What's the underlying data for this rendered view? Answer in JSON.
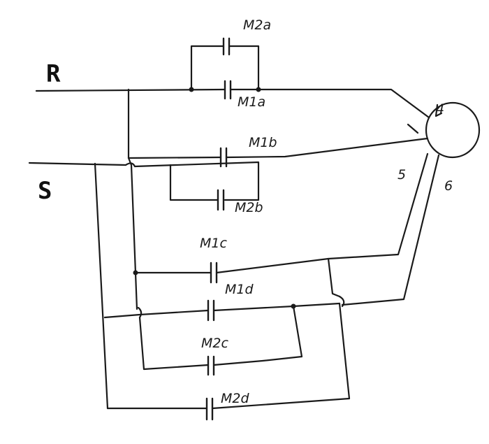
{
  "bus_labels": {
    "r": "R",
    "s": "S"
  },
  "contacts": {
    "m2a": "M2a",
    "m1a": "M1a",
    "m1b": "M1b",
    "m2b": "M2b",
    "m1c": "M1c",
    "m1d": "M1d",
    "m2c": "M2c",
    "m2d": "M2d"
  },
  "motor_terminals": {
    "t4": "4",
    "t5": "5",
    "t6": "6"
  },
  "colors": {
    "ink": "#1a1a1a",
    "background": "#ffffff"
  }
}
